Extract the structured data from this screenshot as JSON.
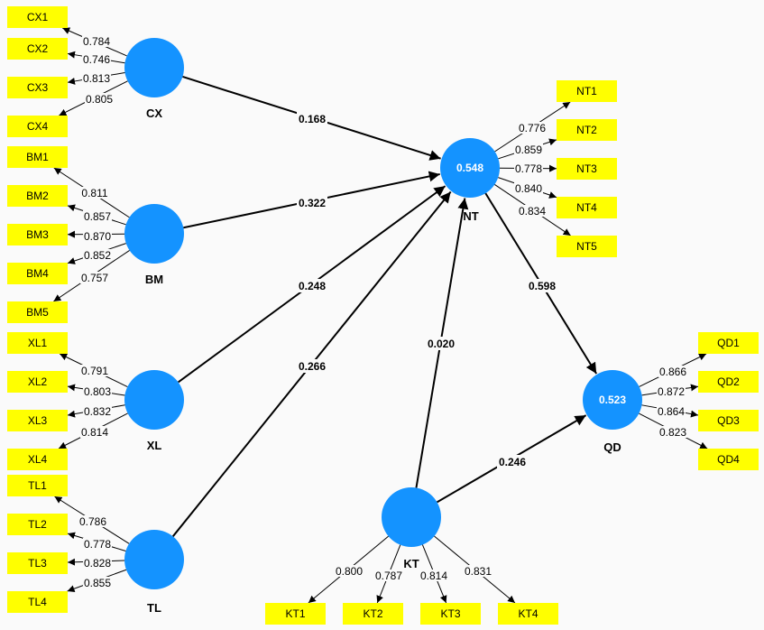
{
  "colors": {
    "construct": "#1493ff",
    "indicator": "#ffff00",
    "line": "#000000",
    "background": "#fafafa"
  },
  "constructs": [
    {
      "id": "CX",
      "name": "CX",
      "r2": null,
      "indicators": [
        {
          "name": "CX1",
          "loading": "0.784"
        },
        {
          "name": "CX2",
          "loading": "0.746"
        },
        {
          "name": "CX3",
          "loading": "0.813"
        },
        {
          "name": "CX4",
          "loading": "0.805"
        }
      ]
    },
    {
      "id": "BM",
      "name": "BM",
      "r2": null,
      "indicators": [
        {
          "name": "BM1",
          "loading": "0.811"
        },
        {
          "name": "BM2",
          "loading": "0.857"
        },
        {
          "name": "BM3",
          "loading": "0.870"
        },
        {
          "name": "BM4",
          "loading": "0.852"
        },
        {
          "name": "BM5",
          "loading": "0.757"
        }
      ]
    },
    {
      "id": "XL",
      "name": "XL",
      "r2": null,
      "indicators": [
        {
          "name": "XL1",
          "loading": "0.791"
        },
        {
          "name": "XL2",
          "loading": "0.803"
        },
        {
          "name": "XL3",
          "loading": "0.832"
        },
        {
          "name": "XL4",
          "loading": "0.814"
        }
      ]
    },
    {
      "id": "TL",
      "name": "TL",
      "r2": null,
      "indicators": [
        {
          "name": "TL1",
          "loading": "0.786"
        },
        {
          "name": "TL2",
          "loading": "0.778"
        },
        {
          "name": "TL3",
          "loading": "0.828"
        },
        {
          "name": "TL4",
          "loading": "0.855"
        }
      ]
    },
    {
      "id": "NT",
      "name": "NT",
      "r2": "0.548",
      "indicators": [
        {
          "name": "NT1",
          "loading": "0.776"
        },
        {
          "name": "NT2",
          "loading": "0.859"
        },
        {
          "name": "NT3",
          "loading": "0.778"
        },
        {
          "name": "NT4",
          "loading": "0.840"
        },
        {
          "name": "NT5",
          "loading": "0.834"
        }
      ]
    },
    {
      "id": "QD",
      "name": "QD",
      "r2": "0.523",
      "indicators": [
        {
          "name": "QD1",
          "loading": "0.866"
        },
        {
          "name": "QD2",
          "loading": "0.872"
        },
        {
          "name": "QD3",
          "loading": "0.864"
        },
        {
          "name": "QD4",
          "loading": "0.823"
        }
      ]
    },
    {
      "id": "KT",
      "name": "KT",
      "r2": null,
      "indicators": [
        {
          "name": "KT1",
          "loading": "0.800"
        },
        {
          "name": "KT2",
          "loading": "0.787"
        },
        {
          "name": "KT3",
          "loading": "0.814"
        },
        {
          "name": "KT4",
          "loading": "0.831"
        }
      ]
    }
  ],
  "paths": [
    {
      "from": "CX",
      "to": "NT",
      "coef": "0.168"
    },
    {
      "from": "BM",
      "to": "NT",
      "coef": "0.322"
    },
    {
      "from": "XL",
      "to": "NT",
      "coef": "0.248"
    },
    {
      "from": "TL",
      "to": "NT",
      "coef": "0.266"
    },
    {
      "from": "KT",
      "to": "NT",
      "coef": "0.020"
    },
    {
      "from": "NT",
      "to": "QD",
      "coef": "0.598"
    },
    {
      "from": "KT",
      "to": "QD",
      "coef": "0.246"
    }
  ]
}
